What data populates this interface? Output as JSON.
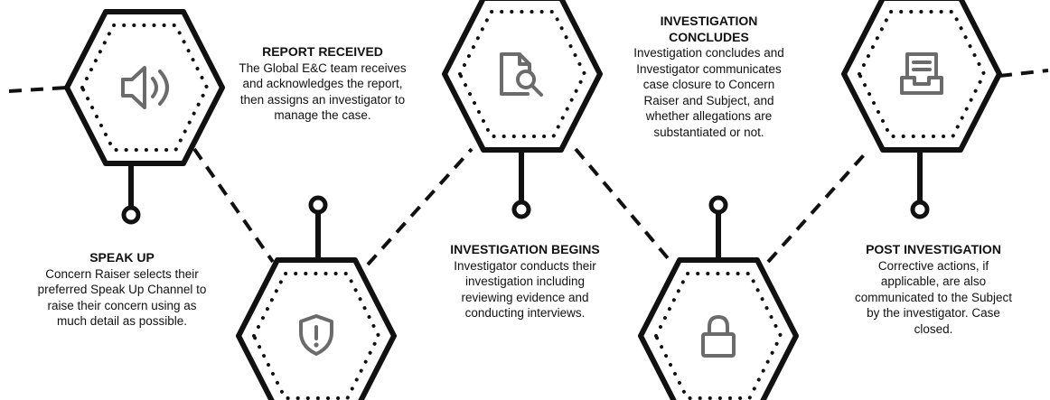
{
  "colors": {
    "outline": "#111111",
    "icon": "#6b6b6b",
    "background": "#ffffff"
  },
  "steps": [
    {
      "id": "speak-up",
      "icon": "speaker-icon",
      "title": "SPEAK UP",
      "description": "Concern Raiser selects their preferred Speak Up Channel to raise their concern using as much detail as possible."
    },
    {
      "id": "report-received",
      "icon": "shield-alert-icon",
      "title": "REPORT RECEIVED",
      "description": "The Global E&C team receives and acknowledges the report, then assigns an investigator to manage the case."
    },
    {
      "id": "investigation-begins",
      "icon": "document-search-icon",
      "title": "INVESTIGATION BEGINS",
      "description": "Investigator conducts their investigation including reviewing evidence and conducting interviews."
    },
    {
      "id": "investigation-concludes",
      "icon": "lock-icon",
      "title": "INVESTIGATION CONCLUDES",
      "description": "Investigation concludes and Investigator communicates case closure to Concern Raiser and Subject, and whether allegations are substantiated or not."
    },
    {
      "id": "post-investigation",
      "icon": "inbox-tray-icon",
      "title": "POST INVESTIGATION",
      "description": "Corrective actions, if applicable, are also communicated to the Subject by the investigator. Case closed."
    }
  ]
}
